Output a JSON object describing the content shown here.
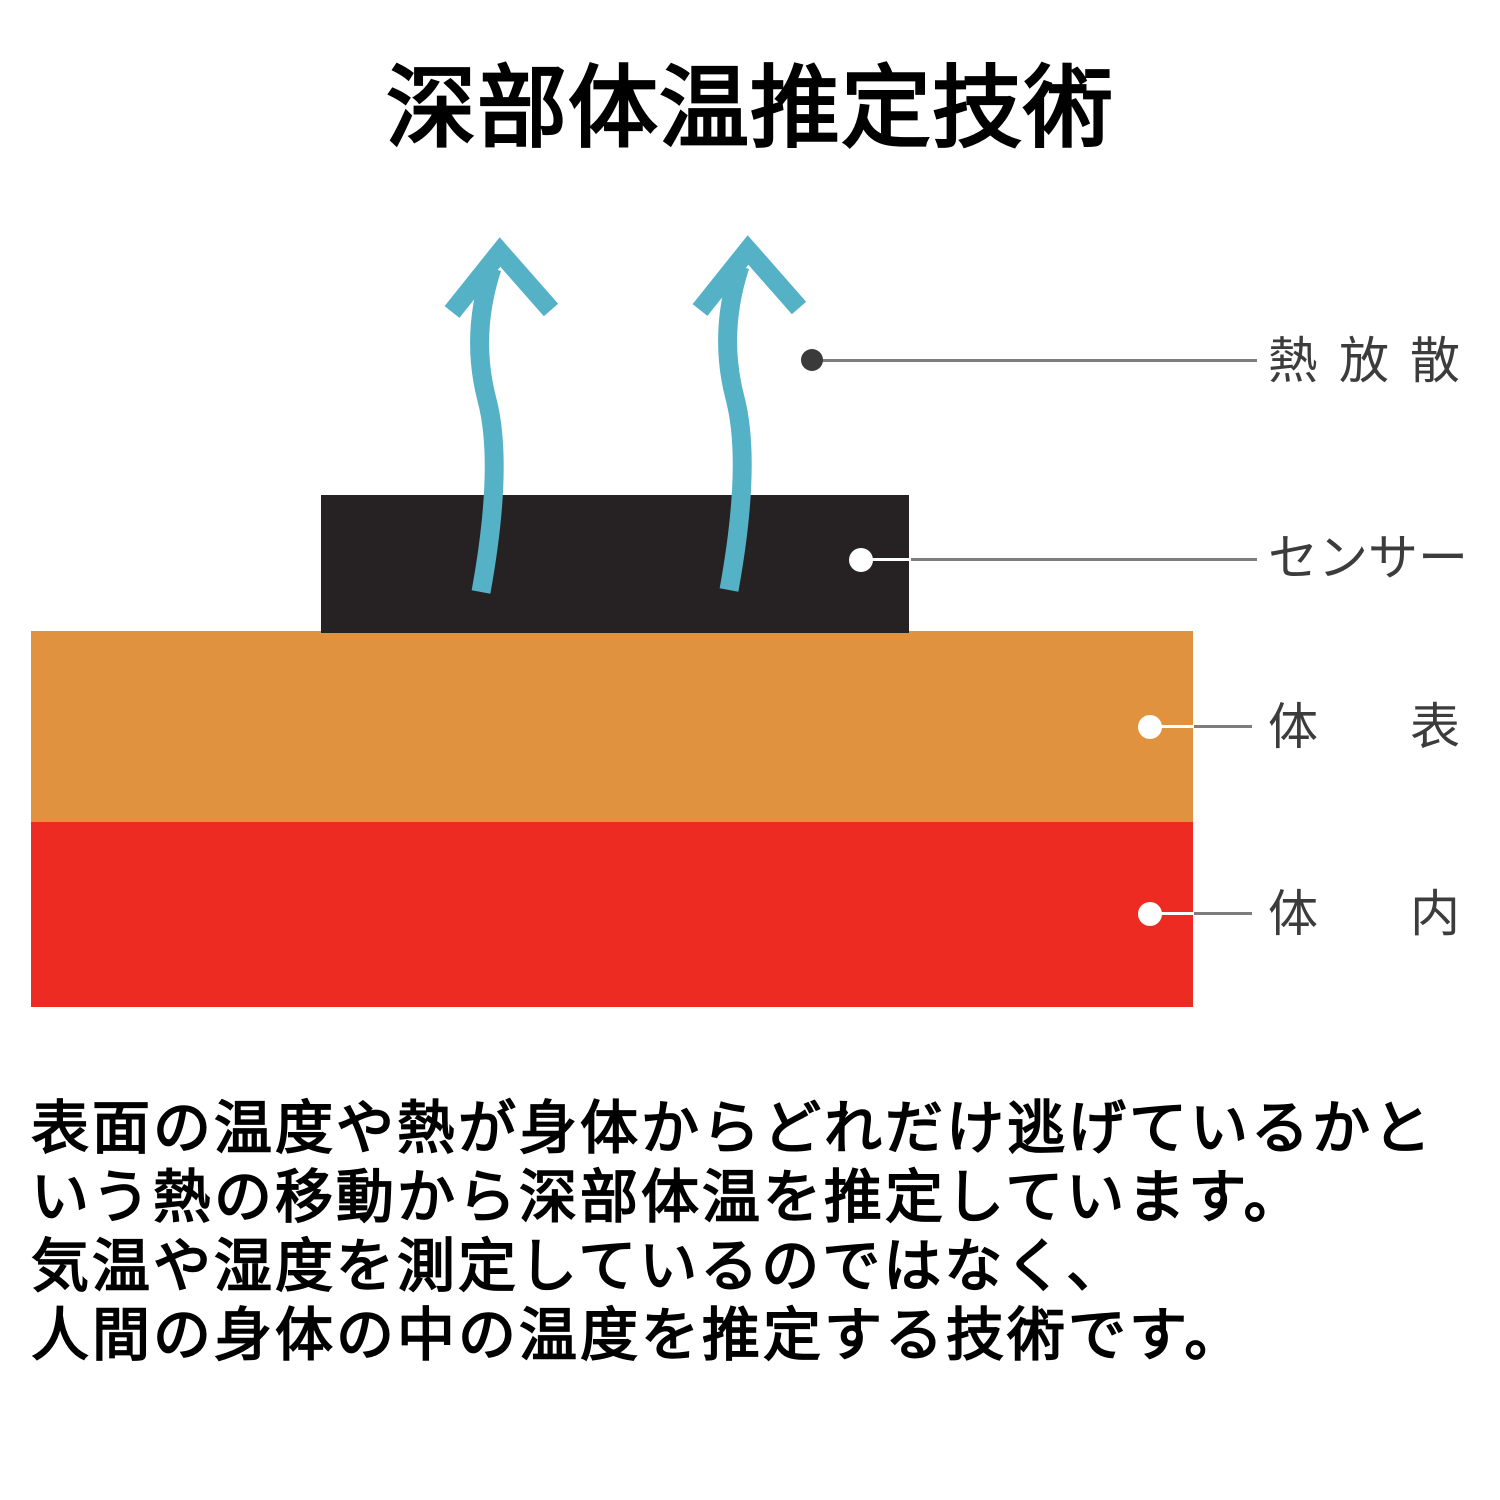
{
  "title": "深部体温推定技術",
  "diagram": {
    "colors": {
      "sensor": "#262122",
      "body_surface": "#e0923e",
      "body_inner": "#ed2b23",
      "heat_arrow": "#55b1c6",
      "leader_line": "#7d7d7d",
      "leader_dot_dark": "#3a3a3a",
      "leader_dot_light": "#ffffff",
      "label_text": "#3c3c3c"
    },
    "labels": {
      "heat_dissipation": "熱放散",
      "sensor": "センサー",
      "body_surface": "体　表",
      "body_inner": "体　内"
    }
  },
  "description": {
    "lines": [
      "表面の温度や熱が身体からどれだけ逃げているかと",
      "いう熱の移動から深部体温を推定しています。",
      "気温や湿度を測定しているのではなく、",
      "人間の身体の中の温度を推定する技術です。"
    ]
  }
}
